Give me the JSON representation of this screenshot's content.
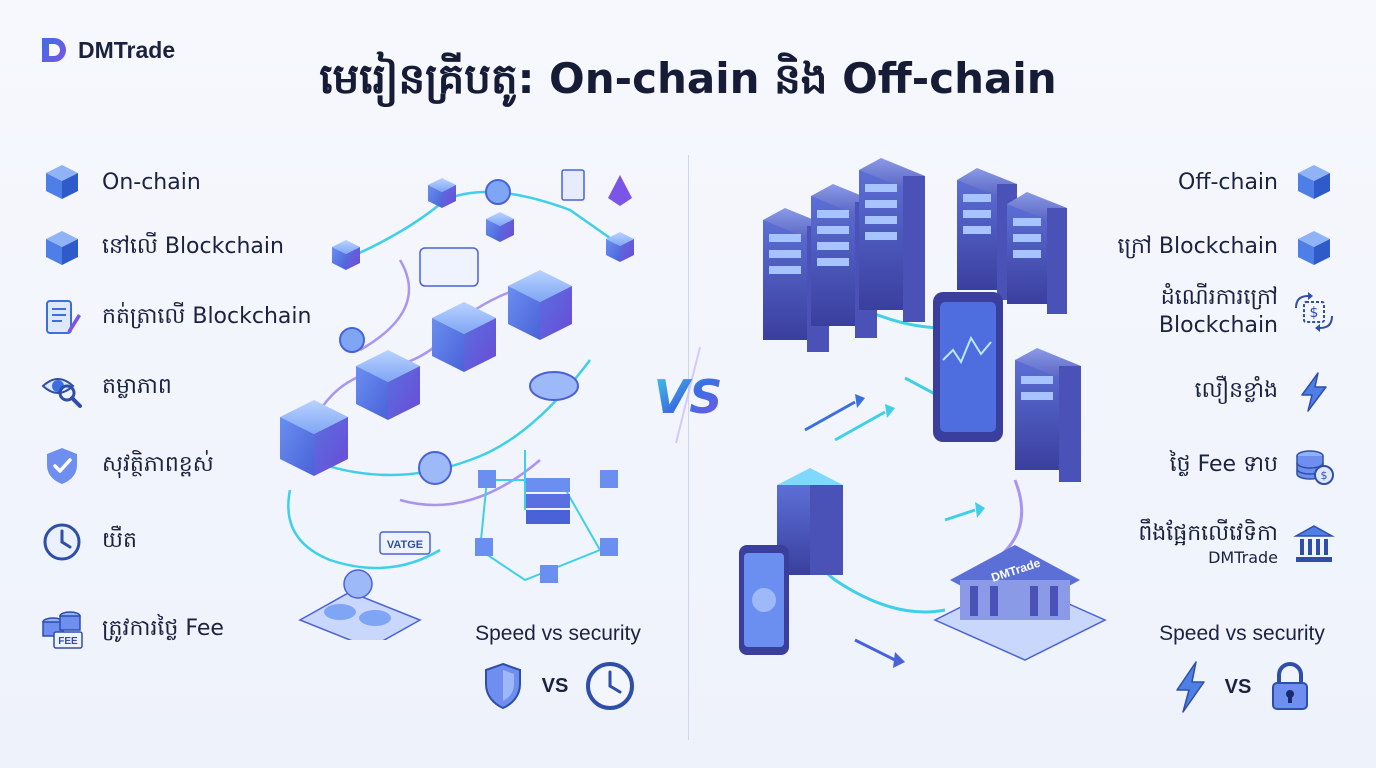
{
  "brand": {
    "name": "DMTrade"
  },
  "title": "មេរៀនគ្រីបតូ: On-chain និង Off-chain",
  "vs_label": "VS",
  "left": {
    "items": [
      {
        "label": "On-chain",
        "icon": "cube-icon"
      },
      {
        "label": "នៅលើ Blockchain",
        "icon": "cube-icon"
      },
      {
        "label": "កត់ត្រាលើ Blockchain",
        "icon": "document-pen-icon"
      },
      {
        "label": "តម្លាភាព",
        "icon": "eye-magnifier-icon"
      },
      {
        "label": "សុវត្ថិភាពខ្ពស់",
        "icon": "shield-check-icon"
      },
      {
        "label": "យឺត",
        "icon": "clock-icon"
      },
      {
        "label": "ត្រូវការថ្លៃ Fee",
        "icon": "coins-fee-icon",
        "icon_text": "FEE"
      }
    ],
    "speed": {
      "title": "Speed vs security",
      "vs": "VS"
    }
  },
  "right": {
    "items": [
      {
        "label": "Off-chain",
        "icon": "cube-icon"
      },
      {
        "label": "ក្រៅ Blockchain",
        "icon": "cube-icon"
      },
      {
        "label_line1": "ដំណើរការក្រៅ",
        "label_line2": "Blockchain",
        "icon": "exchange-dollar-icon"
      },
      {
        "label": "លឿនខ្លាំង",
        "icon": "lightning-icon"
      },
      {
        "label": "ថ្លៃ Fee ទាប",
        "icon": "coin-stack-icon"
      },
      {
        "label_line1": "ពឹងផ្អែកលើវេទិកា",
        "label_line2": "DMTrade",
        "icon": "bank-icon"
      }
    ],
    "speed": {
      "title": "Speed vs security",
      "vs": "VS"
    }
  },
  "illustration": {
    "on_chain_tag": "VATGE",
    "bank_sign": "DMTrade"
  },
  "colors": {
    "accent_blue": "#3b6fe0",
    "accent_purple": "#7a55e8",
    "accent_cyan": "#3fd0e8",
    "text": "#1b2240"
  }
}
